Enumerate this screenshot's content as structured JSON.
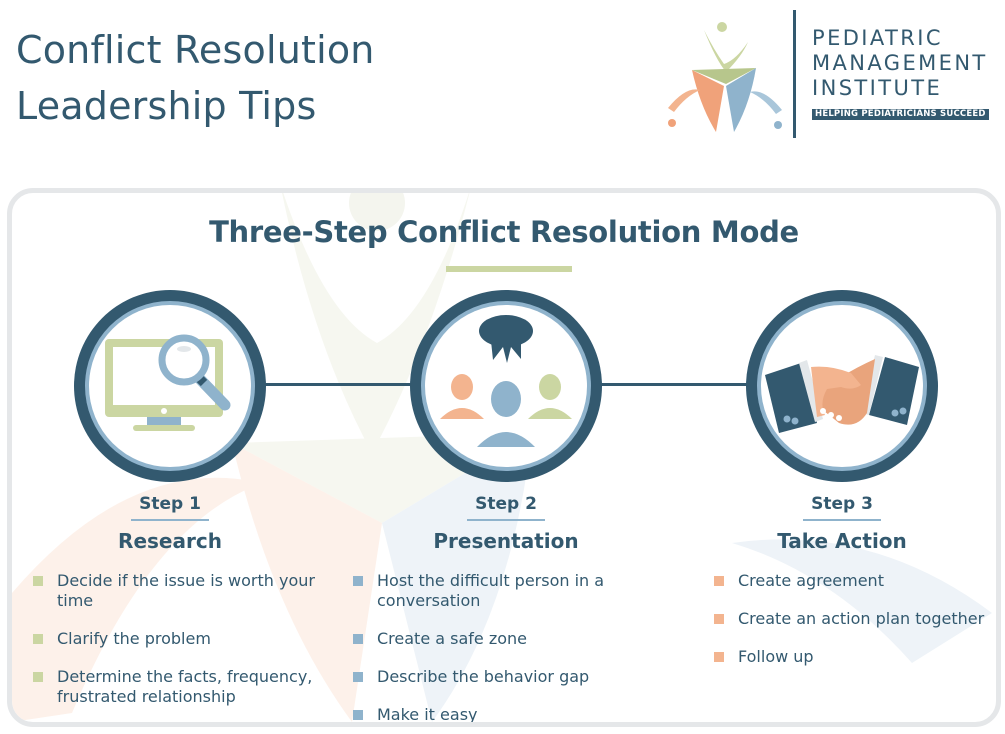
{
  "header": {
    "title_lines": [
      "Conflict Resolution",
      "Leadership Tips"
    ]
  },
  "logo": {
    "name_lines": [
      "PEDIATRIC",
      "MANAGEMENT",
      "INSTITUTE"
    ],
    "tagline": "HELPING PEDIATRICIANS SUCCEED",
    "icon": "three-figures-star-logo"
  },
  "card": {
    "title": "Three-Step Conflict Resolution Mode"
  },
  "steps": [
    {
      "label": "Step 1",
      "name": "Research",
      "icon": "monitor-magnifier-icon",
      "bullet_color": "#cbd6a2",
      "bullets": [
        "Decide if the issue is worth your time",
        "Clarify the problem",
        "Determine the facts, frequency, frustrated relationship"
      ]
    },
    {
      "label": "Step 2",
      "name": "Presentation",
      "icon": "group-speech-bubble-icon",
      "bullet_color": "#8fb3cc",
      "bullets": [
        "Host the difficult person in a conversation",
        "Create a safe zone",
        "Describe the behavior gap",
        "Make it easy"
      ]
    },
    {
      "label": "Step 3",
      "name": "Take Action",
      "icon": "handshake-icon",
      "bullet_color": "#f3b48f",
      "bullets": [
        "Create agreement",
        "Create an action plan together",
        "Follow up"
      ]
    }
  ],
  "colors": {
    "primary": "#33596f",
    "green": "#cbd6a2",
    "blue": "#8fb3cc",
    "orange": "#f3b48f",
    "border": "#e5e7e9"
  }
}
